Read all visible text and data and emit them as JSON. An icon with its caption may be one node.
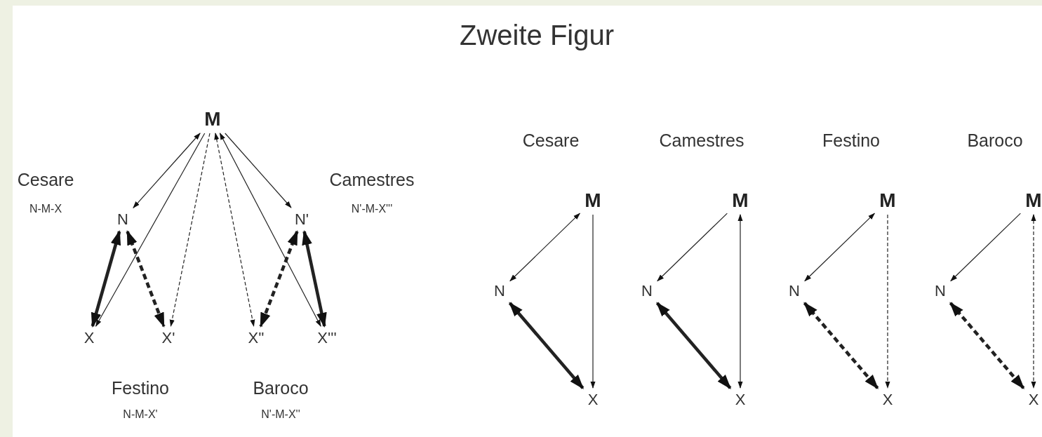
{
  "diagram": {
    "title": "Zweite Figur",
    "nodes": [
      {
        "text": [
          "M"
        ]
      },
      {
        "text": [
          "N"
        ]
      },
      {
        "text": [
          "N'"
        ]
      },
      {
        "text": [
          "X"
        ]
      },
      {
        "text": [
          "X'"
        ]
      },
      {
        "text": [
          "X''"
        ]
      },
      {
        "text": [
          "X'''"
        ]
      },
      {
        "text": [
          "M"
        ]
      },
      {
        "text": [
          "N"
        ]
      },
      {
        "text": [
          "X"
        ]
      },
      {
        "text": [
          "M"
        ]
      },
      {
        "text": [
          "N"
        ]
      },
      {
        "text": [
          "X"
        ]
      },
      {
        "text": [
          "M"
        ]
      },
      {
        "text": [
          "N"
        ]
      },
      {
        "text": [
          "X"
        ]
      },
      {
        "text": [
          "M"
        ]
      },
      {
        "text": [
          "N"
        ]
      },
      {
        "text": [
          "X"
        ]
      }
    ],
    "edges": [
      {
        "from": 0,
        "to": 1,
        "arrow": "both"
      },
      {
        "from": 0,
        "to": 3,
        "arrow": "to"
      },
      {
        "from": 1,
        "to": 3,
        "arrow": "both",
        "style": "thick"
      },
      {
        "from": 0,
        "to": 4,
        "arrow": "to",
        "style": "dashed"
      },
      {
        "from": 1,
        "to": 4,
        "arrow": "both",
        "style": "dashed"
      },
      {
        "from": 0,
        "to": 2,
        "arrow": "to"
      },
      {
        "from": 0,
        "to": 6,
        "arrow": "both"
      },
      {
        "from": 2,
        "to": 6,
        "arrow": "both",
        "style": "thick"
      },
      {
        "from": 0,
        "to": 5,
        "arrow": "both",
        "style": "dashed"
      },
      {
        "from": 2,
        "to": 5,
        "arrow": "both",
        "style": "dashed"
      },
      {
        "from": 7,
        "to": 8,
        "arrow": "both"
      },
      {
        "from": 7,
        "to": 9,
        "arrow": "to"
      },
      {
        "from": 8,
        "to": 9,
        "arrow": "both",
        "style": "thick"
      },
      {
        "from": 10,
        "to": 11,
        "arrow": "to"
      },
      {
        "from": 10,
        "to": 12,
        "arrow": "both"
      },
      {
        "from": 11,
        "to": 12,
        "arrow": "both",
        "style": "thick"
      },
      {
        "from": 13,
        "to": 14,
        "arrow": "both"
      },
      {
        "from": 13,
        "to": 15,
        "arrow": "to",
        "style": "dashed"
      },
      {
        "from": 14,
        "to": 15,
        "arrow": "both",
        "style": "dashed"
      },
      {
        "from": 16,
        "to": 17,
        "arrow": "to"
      },
      {
        "from": 16,
        "to": 18,
        "arrow": "both",
        "style": "dashed"
      },
      {
        "from": 17,
        "to": 18,
        "arrow": "both",
        "style": "dashed"
      }
    ],
    "labels": [
      "Cesare",
      "N-M-X",
      "Camestres",
      "N'-M-X'''",
      "Festino",
      "N-M-X'",
      "Baroco",
      "N'-M-X''",
      "Cesare",
      "Camestres",
      "Festino",
      "Baroco"
    ]
  }
}
